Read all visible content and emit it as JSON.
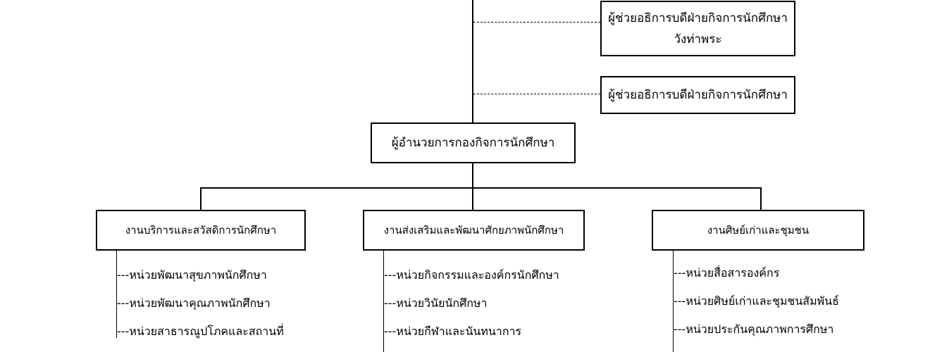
{
  "top": {
    "assistant_wangthaphra_line1": "ผู้ช่วยอธิการบดีฝ่ายกิจการนักศึกษา",
    "assistant_wangthaphra_line2": "วังท่าพระ",
    "assistant": "ผู้ช่วยอธิการบดีฝ่ายกิจการนักศึกษา",
    "director": "ผู้อำนวยการกองกิจการนักศึกษา"
  },
  "divisions": [
    {
      "title": "งานบริการและสวัสดิการนักศึกษา",
      "units": [
        "---หน่วยพัฒนาสุขภาพนักศึกษา",
        "---หน่วยพัฒนาคุณภาพนักศึกษา",
        "---หน่วยสาธารณูปโภคและสถานที่"
      ]
    },
    {
      "title": "งานส่งเสริมและพัฒนาศักยภาพนักศึกษา",
      "units": [
        "---หน่วยกิจกรรมและองค์กรนักศึกษา",
        "---หน่วยวินัยนักศึกษา",
        "---หน่วยกีฬาและนันทนาการ"
      ]
    },
    {
      "title": "งานศิษย์เก่าและชุมชน",
      "units": [
        "---หน่วยสื่อสารองค์กร",
        "---หน่วยศิษย์เก่าและชุมชนสัมพันธ์",
        "---หน่วยประกันคุณภาพการศึกษา"
      ]
    }
  ]
}
